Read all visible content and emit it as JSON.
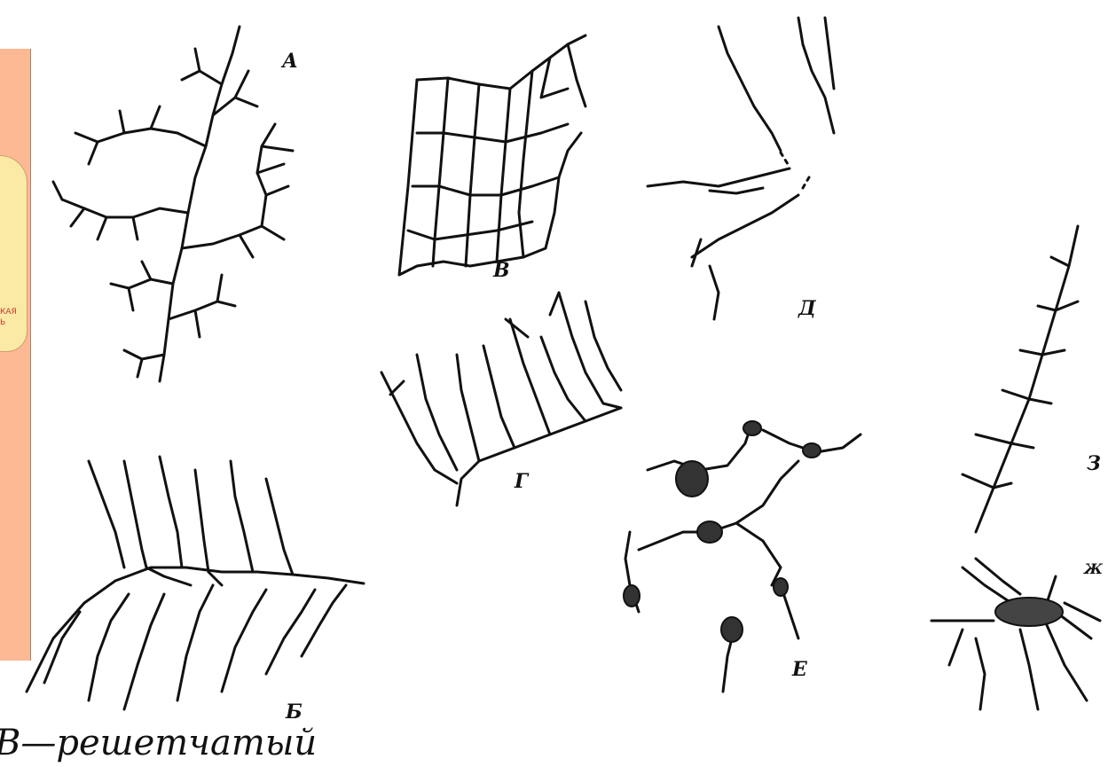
{
  "map": {
    "label_line1": "КАЯ",
    "label_line2": "Ь"
  },
  "panels": [
    {
      "id": "A",
      "letter": "А"
    },
    {
      "id": "B",
      "letter": "Б"
    },
    {
      "id": "V",
      "letter": "В"
    },
    {
      "id": "G",
      "letter": "Г"
    },
    {
      "id": "D",
      "letter": "Д"
    },
    {
      "id": "E",
      "letter": "Е"
    },
    {
      "id": "Z",
      "letter": "З"
    },
    {
      "id": "Zh",
      "letter": "Ж"
    }
  ],
  "caption": "В—решетчатый",
  "colors": {
    "ink": "#111111",
    "map_orange": "#fcb993",
    "map_yellow": "#fbe9a6",
    "map_label": "#c0392b"
  }
}
